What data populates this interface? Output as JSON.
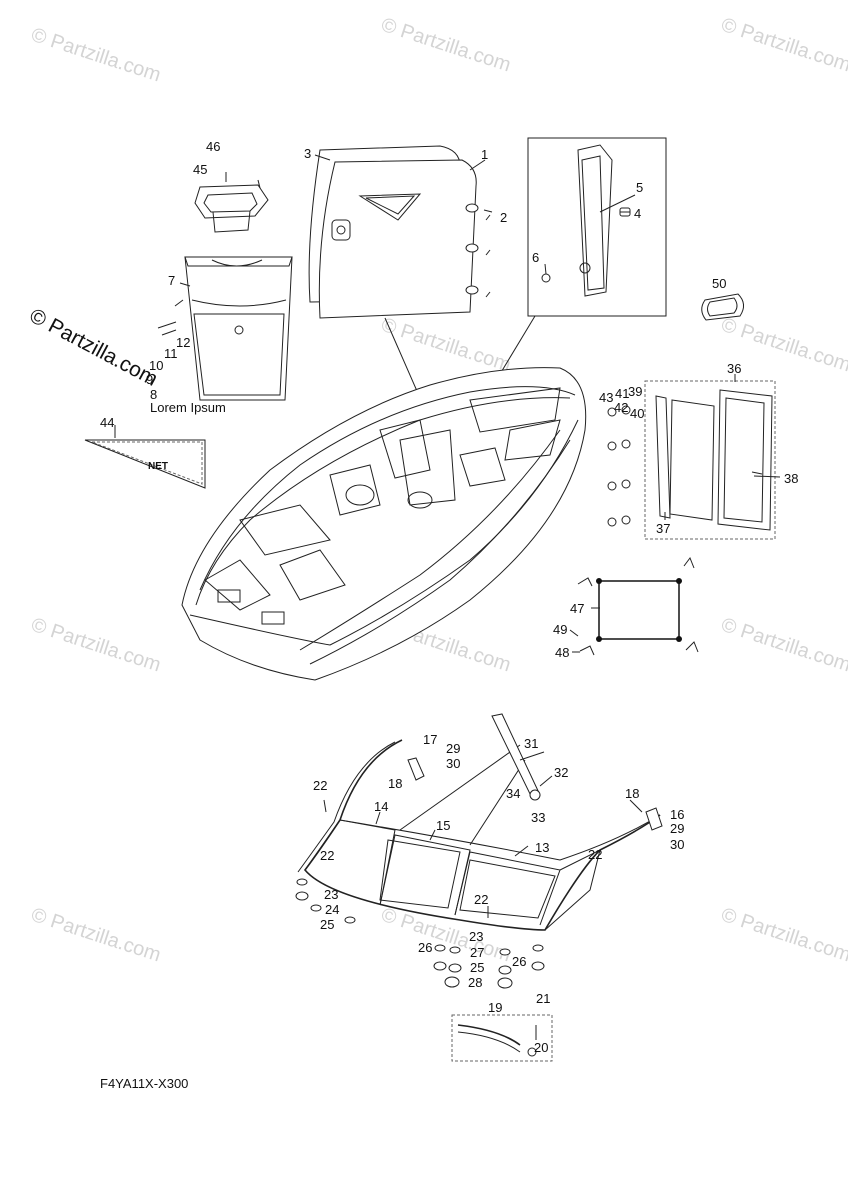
{
  "watermark": {
    "text": "© Partzilla.com"
  },
  "side_watermark": {
    "text": "© Partzilla.com"
  },
  "caption": {
    "text": "Lorem Ipsum"
  },
  "net_label": {
    "text": "NET"
  },
  "diagram_code": {
    "text": "F4YA11X-X300"
  },
  "callouts": [
    "1",
    "2",
    "3",
    "4",
    "5",
    "6",
    "7",
    "8",
    "9",
    "10",
    "11",
    "12",
    "13",
    "14",
    "15",
    "16",
    "17",
    "18",
    "19",
    "20",
    "21",
    "22",
    "23",
    "24",
    "25",
    "26",
    "27",
    "28",
    "29",
    "30",
    "31",
    "32",
    "33",
    "34",
    "36",
    "37",
    "38",
    "39",
    "40",
    "41",
    "42",
    "43",
    "44",
    "45",
    "46",
    "47",
    "48",
    "49",
    "50"
  ]
}
